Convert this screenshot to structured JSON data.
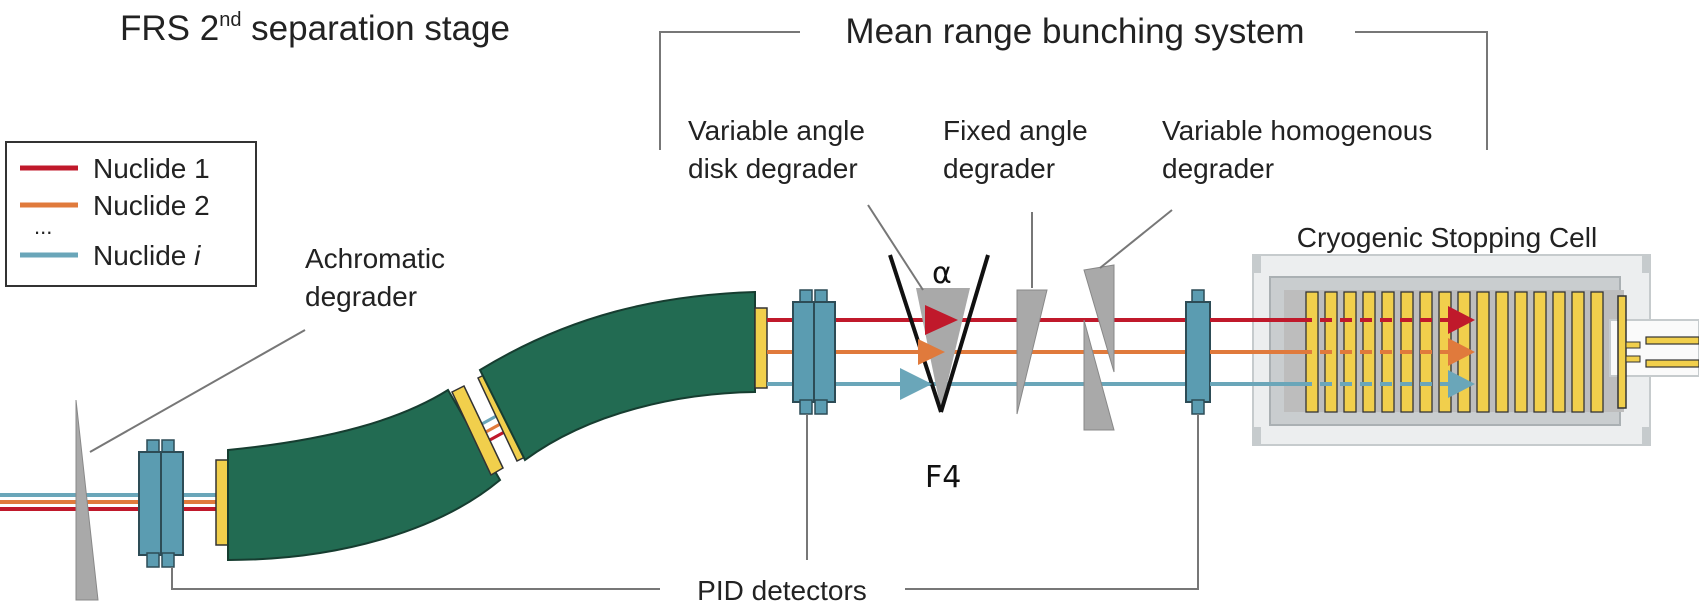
{
  "title_left": "FRS 2",
  "title_left_sup": "nd",
  "title_left_rest": " separation stage",
  "title_right": "Mean range bunching system",
  "legend": {
    "items": [
      {
        "label": "Nuclide 1",
        "color": "#c0192b"
      },
      {
        "label": "Nuclide 2",
        "color": "#e07a3c"
      },
      {
        "label": "...",
        "color": ""
      },
      {
        "label_prefix": "Nuclide ",
        "label_italic": "i",
        "color": "#6aa6b9"
      }
    ]
  },
  "labels": {
    "achromatic_1": "Achromatic",
    "achromatic_2": "degrader",
    "var_angle_1": "Variable angle",
    "var_angle_2": "disk degrader",
    "fixed_angle_1": "Fixed angle",
    "fixed_angle_2": "degrader",
    "var_homo_1": "Variable homogenous",
    "var_homo_2": "degrader",
    "cryo": "Cryogenic Stopping Cell",
    "alpha": "α",
    "f4": "F4",
    "pid": "PID detectors"
  },
  "colors": {
    "magnet": "#226b52",
    "detector": "#5b9cb1",
    "degrader": "#a9a9a9",
    "gold": "#f1cf4c",
    "beam_red": "#c0192b",
    "beam_orange": "#e07a3c",
    "beam_blue": "#6aa6b9"
  }
}
